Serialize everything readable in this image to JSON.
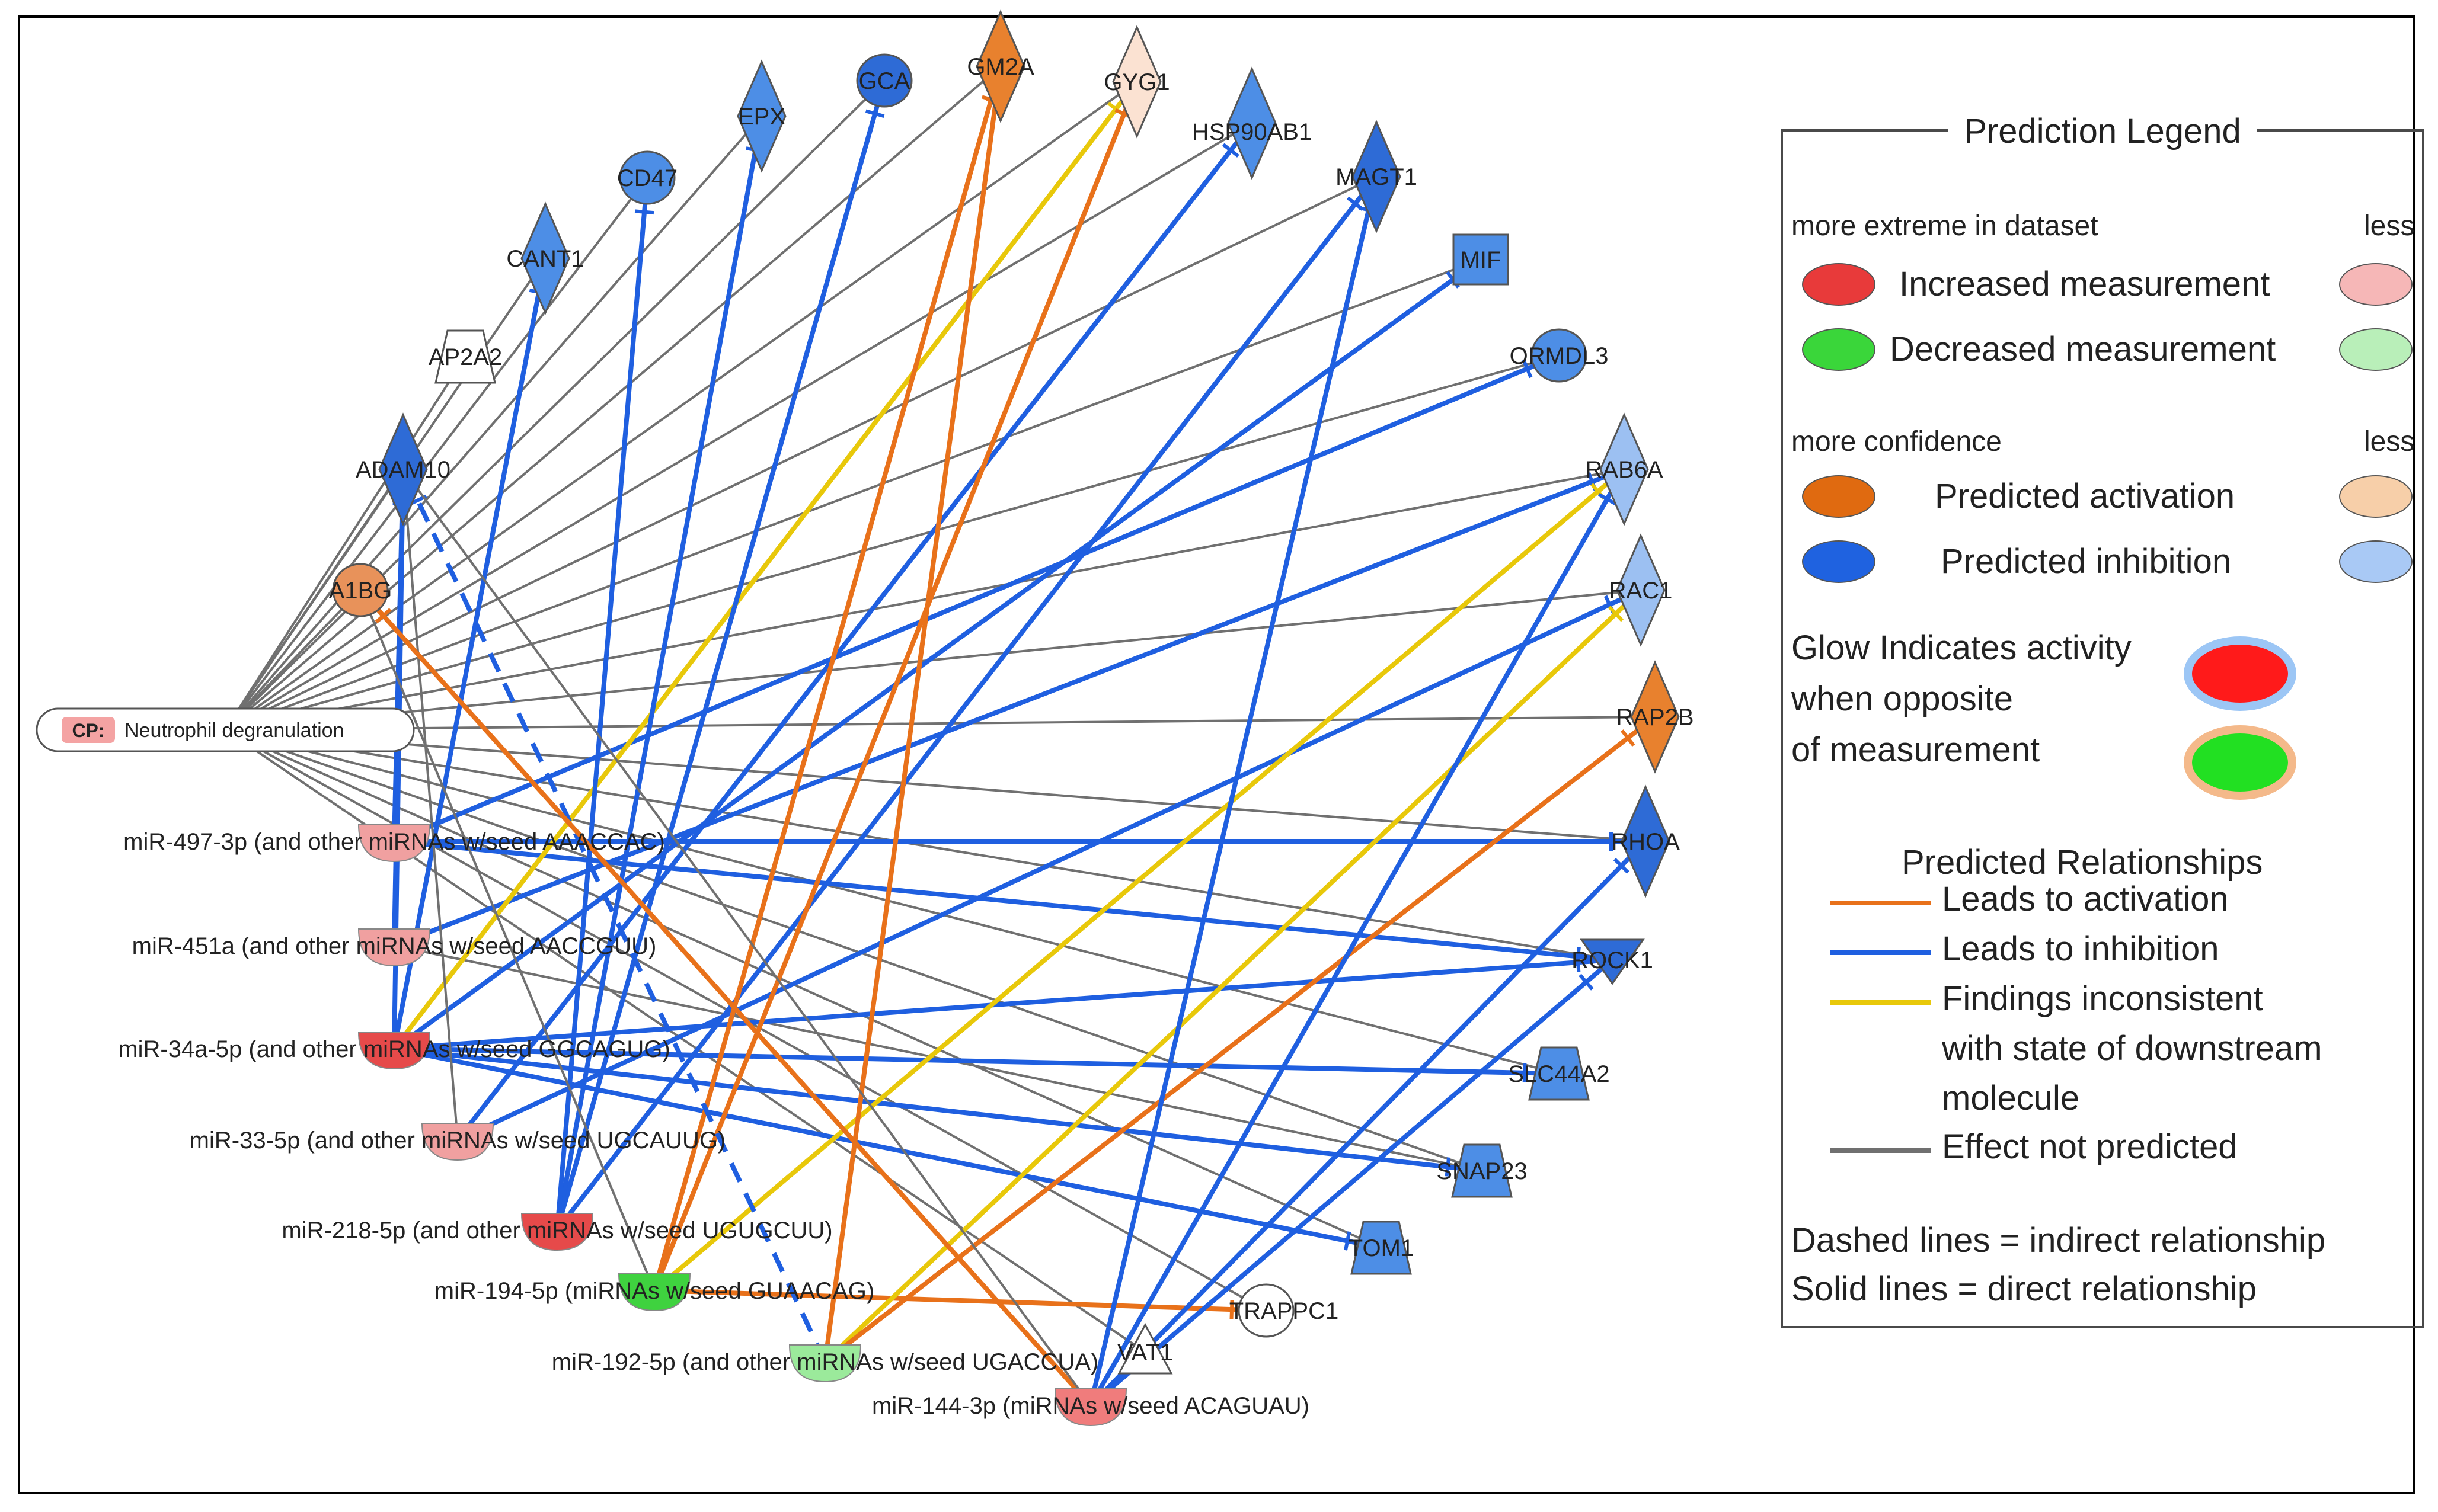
{
  "colors": {
    "activation": "#e8711a",
    "inhibition": "#1f5fe0",
    "inconsistent": "#e8c80a",
    "not_predicted": "#707070",
    "increased_strong": "#e83a3a",
    "increased_weak": "#f6b7b7",
    "decreased_strong": "#3ad63a",
    "decreased_weak": "#b9efb9",
    "act_strong": "#e06a10",
    "act_weak": "#f7cfa9",
    "inh_strong": "#1f62e0",
    "inh_weak": "#a9c9f5"
  },
  "hub": {
    "label": "Neutrophil degranulation",
    "tag": "CP:"
  },
  "nodes": [
    {
      "id": "ADAM10",
      "label": "ADAM10",
      "shape": "diamond",
      "fill": "#2e6bd6"
    },
    {
      "id": "AP2A2",
      "label": "AP2A2",
      "shape": "trapezoid",
      "fill": "#ffffff"
    },
    {
      "id": "CANT1",
      "label": "CANT1",
      "shape": "diamond",
      "fill": "#4d8ee6"
    },
    {
      "id": "CD47",
      "label": "CD47",
      "shape": "circle",
      "fill": "#4d8ee6"
    },
    {
      "id": "EPX",
      "label": "EPX",
      "shape": "diamond",
      "fill": "#4d8ee6"
    },
    {
      "id": "GCA",
      "label": "GCA",
      "shape": "circle",
      "fill": "#2e6bd6"
    },
    {
      "id": "GM2A",
      "label": "GM2A",
      "shape": "diamond",
      "fill": "#e8812e"
    },
    {
      "id": "GYG1",
      "label": "GYG1",
      "shape": "diamond",
      "fill": "#fbe2d2"
    },
    {
      "id": "HSP90AB1",
      "label": "HSP90AB1",
      "shape": "diamond",
      "fill": "#4d8ee6"
    },
    {
      "id": "MAGT1",
      "label": "MAGT1",
      "shape": "diamond",
      "fill": "#2e6bd6"
    },
    {
      "id": "MIF",
      "label": "MIF",
      "shape": "square",
      "fill": "#4d8ee6"
    },
    {
      "id": "ORMDL3",
      "label": "ORMDL3",
      "shape": "circle",
      "fill": "#4d8ee6"
    },
    {
      "id": "RAB6A",
      "label": "RAB6A",
      "shape": "diamond",
      "fill": "#9cc0f2"
    },
    {
      "id": "RAC1",
      "label": "RAC1",
      "shape": "diamond",
      "fill": "#9cc0f2"
    },
    {
      "id": "RAP2B",
      "label": "RAP2B",
      "shape": "diamond",
      "fill": "#e8812e"
    },
    {
      "id": "RHOA",
      "label": "RHOA",
      "shape": "diamond",
      "fill": "#2e6bd6"
    },
    {
      "id": "ROCK1",
      "label": "ROCK1",
      "shape": "vtriangle",
      "fill": "#2e6bd6"
    },
    {
      "id": "SLC44A2",
      "label": "SLC44A2",
      "shape": "trapezoid",
      "fill": "#4d8ee6"
    },
    {
      "id": "SNAP23",
      "label": "SNAP23",
      "shape": "trapezoid",
      "fill": "#4d8ee6"
    },
    {
      "id": "TOM1",
      "label": "TOM1",
      "shape": "trapezoid",
      "fill": "#4d8ee6"
    },
    {
      "id": "TRAPPC1",
      "label": "TRAPPC1",
      "shape": "circle",
      "fill": "#ffffff"
    },
    {
      "id": "VAT1",
      "label": "VAT1",
      "shape": "triangle",
      "fill": "#ffffff"
    },
    {
      "id": "A1BG",
      "label": "A1BG",
      "shape": "circle",
      "fill": "#e8925a"
    }
  ],
  "mirnas": [
    {
      "id": "m497",
      "label": "miR-497-3p (and other miRNAs w/seed AAACCAC)",
      "fill": "#f0a0a0"
    },
    {
      "id": "m451",
      "label": "miR-451a (and other miRNAs w/seed AACCGUU)",
      "fill": "#f0a0a0"
    },
    {
      "id": "m34",
      "label": "miR-34a-5p (and other miRNAs w/seed GGCAGUG)",
      "fill": "#e64a4a"
    },
    {
      "id": "m33",
      "label": "miR-33-5p (and other miRNAs w/seed UGCAUUG)",
      "fill": "#f0a0a0"
    },
    {
      "id": "m218",
      "label": "miR-218-5p (and other miRNAs w/seed UGUGCUU)",
      "fill": "#e64a4a"
    },
    {
      "id": "m194",
      "label": "miR-194-5p (miRNAs w/seed GUAACAG)",
      "fill": "#3fd23f"
    },
    {
      "id": "m192",
      "label": "miR-192-5p (and other miRNAs w/seed UGACCUA)",
      "fill": "#9bea9b"
    },
    {
      "id": "m144",
      "label": "miR-144-3p (miRNAs w/seed ACAGUAU)",
      "fill": "#f07c7c"
    }
  ],
  "edges": [
    {
      "from": "hub",
      "to": "ADAM10",
      "type": "grey"
    },
    {
      "from": "hub",
      "to": "AP2A2",
      "type": "grey"
    },
    {
      "from": "hub",
      "to": "CANT1",
      "type": "grey"
    },
    {
      "from": "hub",
      "to": "CD47",
      "type": "grey"
    },
    {
      "from": "hub",
      "to": "EPX",
      "type": "grey"
    },
    {
      "from": "hub",
      "to": "GCA",
      "type": "grey"
    },
    {
      "from": "hub",
      "to": "GM2A",
      "type": "grey"
    },
    {
      "from": "hub",
      "to": "GYG1",
      "type": "grey"
    },
    {
      "from": "hub",
      "to": "HSP90AB1",
      "type": "grey"
    },
    {
      "from": "hub",
      "to": "MAGT1",
      "type": "grey"
    },
    {
      "from": "hub",
      "to": "MIF",
      "type": "grey"
    },
    {
      "from": "hub",
      "to": "ORMDL3",
      "type": "grey"
    },
    {
      "from": "hub",
      "to": "RAB6A",
      "type": "grey"
    },
    {
      "from": "hub",
      "to": "RAC1",
      "type": "grey"
    },
    {
      "from": "hub",
      "to": "RAP2B",
      "type": "grey"
    },
    {
      "from": "hub",
      "to": "RHOA",
      "type": "grey"
    },
    {
      "from": "hub",
      "to": "ROCK1",
      "type": "grey"
    },
    {
      "from": "hub",
      "to": "SLC44A2",
      "type": "grey"
    },
    {
      "from": "hub",
      "to": "SNAP23",
      "type": "grey"
    },
    {
      "from": "hub",
      "to": "TOM1",
      "type": "grey"
    },
    {
      "from": "hub",
      "to": "TRAPPC1",
      "type": "grey"
    },
    {
      "from": "hub",
      "to": "VAT1",
      "type": "grey"
    },
    {
      "from": "hub",
      "to": "A1BG",
      "type": "grey"
    },
    {
      "from": "m497",
      "to": "RHOA",
      "type": "inhibition"
    },
    {
      "from": "m497",
      "to": "ROCK1",
      "type": "inhibition"
    },
    {
      "from": "m497",
      "to": "ADAM10",
      "type": "inhibition"
    },
    {
      "from": "m497",
      "to": "ORMDL3",
      "type": "inhibition"
    },
    {
      "from": "m451",
      "to": "ADAM10",
      "type": "inhibition"
    },
    {
      "from": "m451",
      "to": "RAB6A",
      "type": "inhibition"
    },
    {
      "from": "m451",
      "to": "SNAP23",
      "type": "grey"
    },
    {
      "from": "m34",
      "to": "ADAM10",
      "type": "inhibition"
    },
    {
      "from": "m34",
      "to": "SLC44A2",
      "type": "inhibition"
    },
    {
      "from": "m34",
      "to": "SNAP23",
      "type": "inhibition"
    },
    {
      "from": "m34",
      "to": "TOM1",
      "type": "inhibition"
    },
    {
      "from": "m34",
      "to": "ROCK1",
      "type": "inhibition"
    },
    {
      "from": "m34",
      "to": "GYG1",
      "type": "inconsistent"
    },
    {
      "from": "m34",
      "to": "MIF",
      "type": "inhibition"
    },
    {
      "from": "m34",
      "to": "CANT1",
      "type": "inhibition"
    },
    {
      "from": "m33",
      "to": "HSP90AB1",
      "type": "inhibition"
    },
    {
      "from": "m33",
      "to": "RAC1",
      "type": "inhibition"
    },
    {
      "from": "m33",
      "to": "ADAM10",
      "type": "grey"
    },
    {
      "from": "m218",
      "to": "GCA",
      "type": "inhibition"
    },
    {
      "from": "m218",
      "to": "MAGT1",
      "type": "inhibition"
    },
    {
      "from": "m218",
      "to": "EPX",
      "type": "inhibition"
    },
    {
      "from": "m218",
      "to": "CD47",
      "type": "inhibition"
    },
    {
      "from": "m194",
      "to": "GM2A",
      "type": "activation"
    },
    {
      "from": "m194",
      "to": "GYG1",
      "type": "activation"
    },
    {
      "from": "m194",
      "to": "RAB6A",
      "type": "inconsistent"
    },
    {
      "from": "m194",
      "to": "TRAPPC1",
      "type": "activation"
    },
    {
      "from": "m194",
      "to": "A1BG",
      "type": "grey"
    },
    {
      "from": "m192",
      "to": "GM2A",
      "type": "activation"
    },
    {
      "from": "m192",
      "to": "RAC1",
      "type": "inconsistent"
    },
    {
      "from": "m192",
      "to": "RAP2B",
      "type": "activation"
    },
    {
      "from": "m192",
      "to": "ADAM10",
      "type": "inhibition_dashed"
    },
    {
      "from": "m144",
      "to": "MAGT1",
      "type": "inhibition"
    },
    {
      "from": "m144",
      "to": "RHOA",
      "type": "inhibition"
    },
    {
      "from": "m144",
      "to": "ROCK1",
      "type": "inhibition"
    },
    {
      "from": "m144",
      "to": "RAB6A",
      "type": "inhibition"
    },
    {
      "from": "m144",
      "to": "A1BG",
      "type": "activation"
    },
    {
      "from": "m144",
      "to": "ADAM10",
      "type": "grey"
    }
  ],
  "legend": {
    "title": "Prediction Legend",
    "extreme_header": "more extreme in dataset",
    "less1": "less",
    "increased": "Increased measurement",
    "decreased": "Decreased measurement",
    "confidence_header": "more confidence",
    "less2": "less",
    "activation": "Predicted activation",
    "inhibition": "Predicted inhibition",
    "glow1": "Glow Indicates activity",
    "glow2": "when opposite",
    "glow3": "of measurement",
    "rel_header": "Predicted Relationships",
    "rel_activation": "Leads to activation",
    "rel_inhibition": "Leads to inhibition",
    "rel_inconsistent1": "Findings inconsistent",
    "rel_inconsistent2": "with state of downstream",
    "rel_inconsistent3": "molecule",
    "rel_not_predicted": "Effect not predicted",
    "dashed": "Dashed lines = indirect relationship",
    "solid": "Solid lines = direct relationship"
  }
}
